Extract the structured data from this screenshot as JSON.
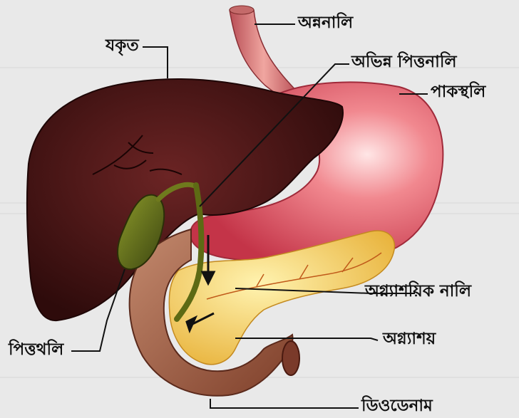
{
  "labels": {
    "esophagus": "অন্ননালি",
    "liver": "যকৃত",
    "common_bile_duct": "অভিন্ন পিত্তনালি",
    "stomach": "পাকস্থলি",
    "pancreatic_duct": "অগ্ন্যাশয়িক নালি",
    "pancreas": "অগ্ন্যাশয়",
    "gallbladder": "পিত্তথলি",
    "duodenum": "ডিওডেনাম"
  },
  "colors": {
    "liver": "#4a1414",
    "stomach": "#e0566a",
    "pancreas": "#f2cf55",
    "gallbladder": "#5e6a1a",
    "duodenum": "#a7624a",
    "esophagus": "#d97a7a"
  }
}
